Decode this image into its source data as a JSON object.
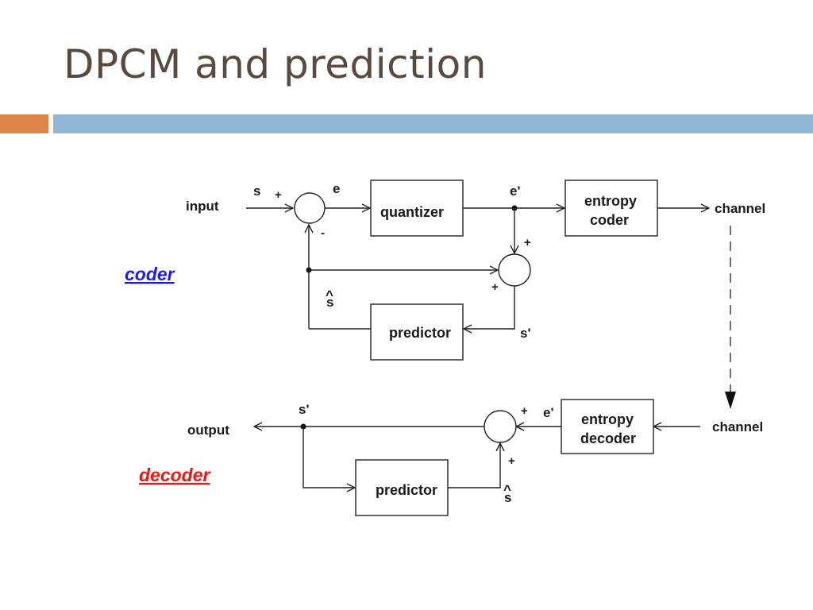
{
  "slide": {
    "title": "DPCM and prediction"
  },
  "accent_colors": {
    "orange_bar": "#dd8447",
    "blue_bar": "#92b6d5",
    "coder_label": "#1a1aff",
    "decoder_label": "#f01414"
  },
  "coder": {
    "section_label": "coder",
    "input_label": "input",
    "s_label": "s",
    "plus_input": "+",
    "minus_feedback": "-",
    "e_label": "e",
    "quantizer_label": "quantizer",
    "e_prime_label": "e'",
    "entropy_coder_line1": "entropy",
    "entropy_coder_line2": "coder",
    "channel_label": "channel",
    "plus_top": "+",
    "plus_left": "+",
    "s_hat_label": "s",
    "s_hat_mark": "^",
    "predictor_label": "predictor",
    "s_prime_label": "s'"
  },
  "decoder": {
    "section_label": "decoder",
    "channel_label": "channel",
    "entropy_decoder_line1": "entropy",
    "entropy_decoder_line2": "decoder",
    "e_prime_label": "e'",
    "plus_right": "+",
    "plus_bottom": "+",
    "s_prime_label": "s'",
    "output_label": "output",
    "predictor_label": "predictor",
    "s_hat_label": "s",
    "s_hat_mark": "^"
  }
}
